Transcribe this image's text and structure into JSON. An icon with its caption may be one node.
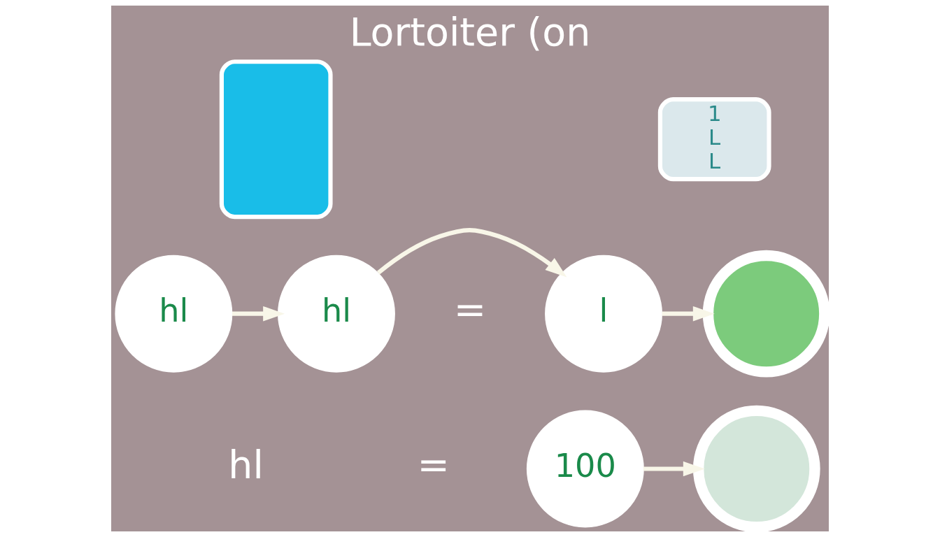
{
  "diagram": {
    "title": "Lortoiter (on",
    "nodes": [
      {
        "text": [],
        "shape": "box"
      },
      {
        "text": [
          "1",
          "L",
          "L"
        ]
      },
      {
        "text": [
          "hl"
        ]
      },
      {
        "text": [
          "hl"
        ]
      },
      {
        "text": [
          "l"
        ]
      },
      {
        "text": [],
        "shape": "circle"
      },
      {
        "text": [
          "100"
        ]
      },
      {
        "text": [],
        "shape": "circle"
      }
    ],
    "edges": [
      {
        "from": 2,
        "to": 3,
        "arrow": "to"
      },
      {
        "from": 3,
        "to": 4,
        "arrow": "to"
      },
      {
        "from": 4,
        "to": 5,
        "arrow": "to"
      },
      {
        "from": 6,
        "to": 7,
        "arrow": "to"
      }
    ],
    "labels": [
      "=",
      "hl",
      "="
    ]
  }
}
